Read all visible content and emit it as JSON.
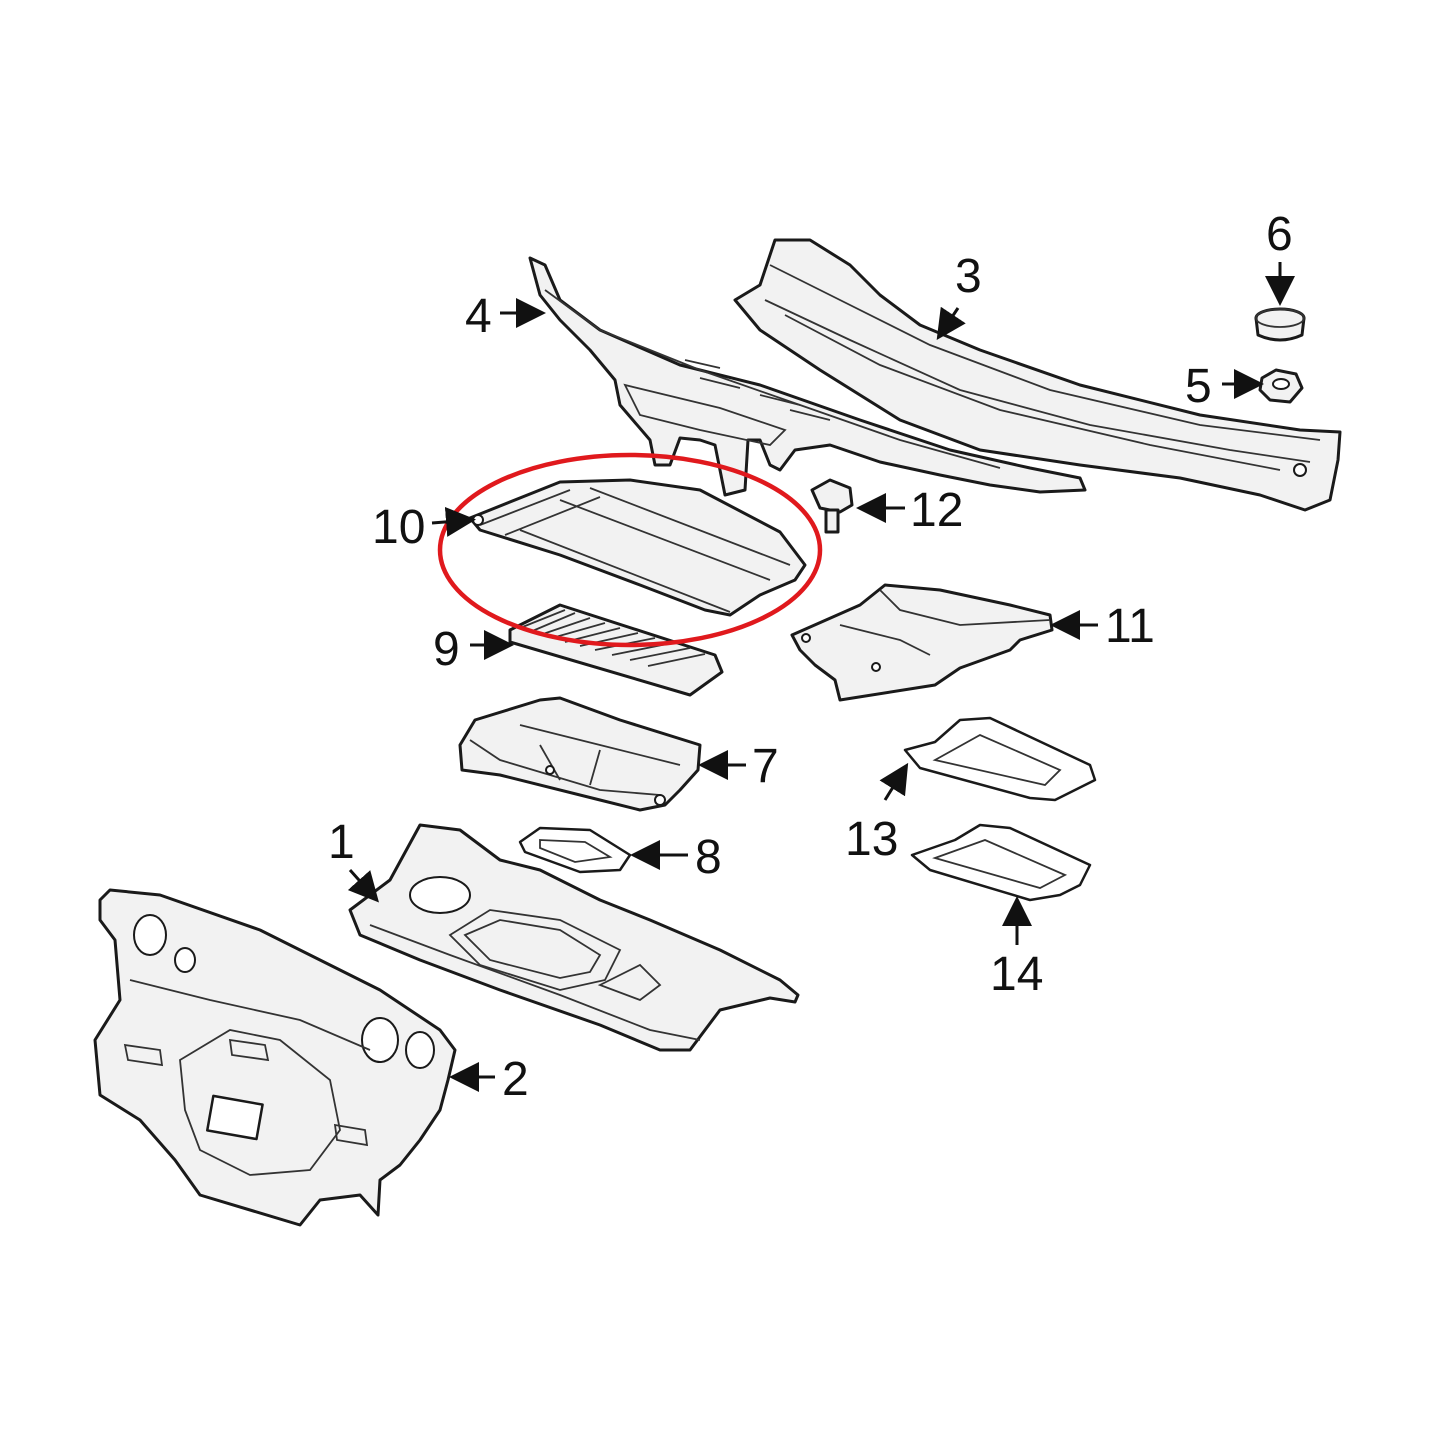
{
  "callouts": [
    {
      "id": "1",
      "text": "1"
    },
    {
      "id": "2",
      "text": "2"
    },
    {
      "id": "3",
      "text": "3"
    },
    {
      "id": "4",
      "text": "4"
    },
    {
      "id": "5",
      "text": "5"
    },
    {
      "id": "6",
      "text": "6"
    },
    {
      "id": "7",
      "text": "7"
    },
    {
      "id": "8",
      "text": "8"
    },
    {
      "id": "9",
      "text": "9"
    },
    {
      "id": "10",
      "text": "10"
    },
    {
      "id": "11",
      "text": "11"
    },
    {
      "id": "12",
      "text": "12"
    },
    {
      "id": "13",
      "text": "13"
    },
    {
      "id": "14",
      "text": "14"
    }
  ],
  "highlighted_part": "10",
  "colors": {
    "highlight": "#e0191d",
    "line": "#1a1a1a",
    "fill": "#f2f2f2"
  }
}
